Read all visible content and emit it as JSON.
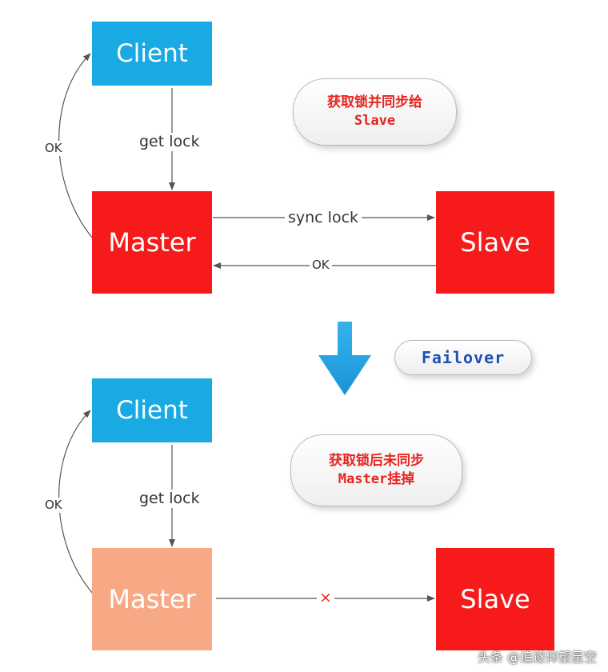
{
  "top": {
    "client_label": "Client",
    "master_label": "Master",
    "slave_label": "Slave",
    "get_lock_label": "get lock",
    "ok_left_label": "OK",
    "sync_lock_label": "sync lock",
    "ok_back_label": "OK",
    "note_line1": "获取锁并同步给",
    "note_line2": "Slave"
  },
  "transition": {
    "failover_label": "Failover"
  },
  "bottom": {
    "client_label": "Client",
    "master_label": "Master",
    "slave_label": "Slave",
    "get_lock_label": "get lock",
    "ok_left_label": "OK",
    "failed_sync_mark": "×",
    "note_line1": "获取锁后未同步",
    "note_line2": "Master挂掉"
  },
  "watermark": "头条 @追逐仰望星空",
  "colors": {
    "client": "#19a9e3",
    "master": "#f71a1a",
    "slave": "#f71a1a",
    "master_failed": "#f7a985",
    "note_text": "#e8231e",
    "failover_text": "#1c4fb6",
    "down_arrow": "#1e9ee0"
  }
}
